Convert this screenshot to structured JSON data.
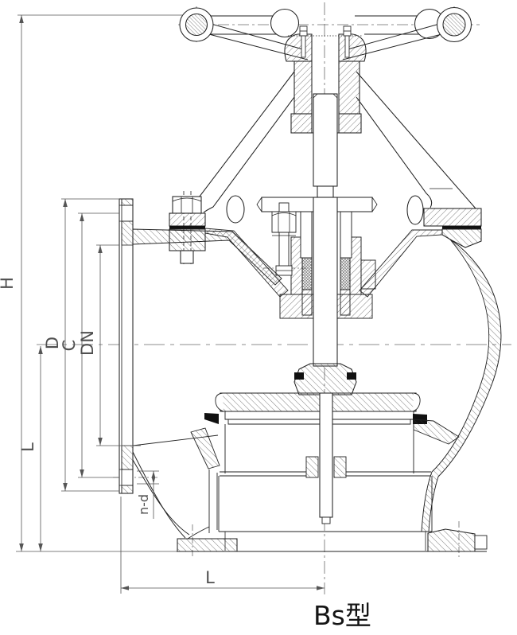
{
  "drawing": {
    "title": "Bs型",
    "dim_labels": {
      "H": "H",
      "L_side": "L",
      "D": "D",
      "C": "C",
      "DN": "DN",
      "n_d": "n-d",
      "L_bottom": "L"
    }
  }
}
